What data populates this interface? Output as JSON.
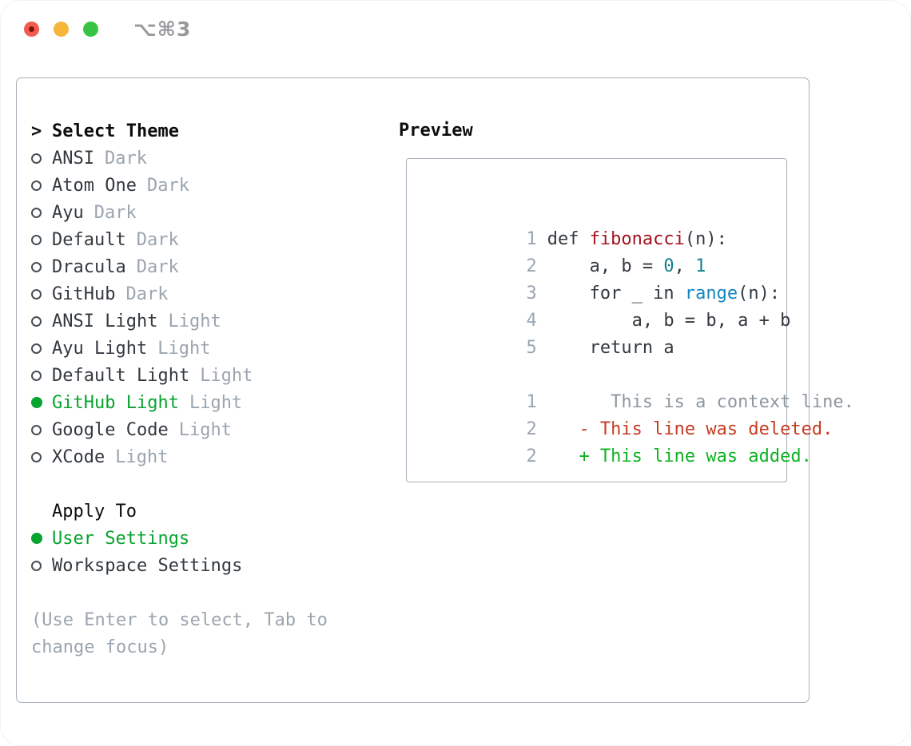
{
  "window": {
    "shortcut": "⌥⌘3",
    "traffic_lights": [
      "close",
      "minimize",
      "zoom"
    ]
  },
  "colors": {
    "text_dark": "#33393f",
    "muted_gray": "#9ba5af",
    "line_number_gray": "#9aa5b1",
    "context_gray": "#8f979e",
    "function_red": "#a21322",
    "number_teal": "#12808a",
    "builtin_blue": "#1386c2",
    "deleted_red": "#c63c25",
    "added_green": "#10b224",
    "accent_green": "#07a42f",
    "border_gray": "#a8b0ba",
    "traffic_red": "#f15b51",
    "traffic_yellow": "#f6b63a",
    "traffic_green": "#38c443"
  },
  "picker": {
    "prompt": ">",
    "title": "Select Theme",
    "themes": [
      {
        "name": "ANSI",
        "variant": "Dark",
        "selected": false
      },
      {
        "name": "Atom One",
        "variant": "Dark",
        "selected": false
      },
      {
        "name": "Ayu",
        "variant": "Dark",
        "selected": false
      },
      {
        "name": "Default",
        "variant": "Dark",
        "selected": false
      },
      {
        "name": "Dracula",
        "variant": "Dark",
        "selected": false
      },
      {
        "name": "GitHub",
        "variant": "Dark",
        "selected": false
      },
      {
        "name": "ANSI Light",
        "variant": "Light",
        "selected": false
      },
      {
        "name": "Ayu Light",
        "variant": "Light",
        "selected": false
      },
      {
        "name": "Default Light",
        "variant": "Light",
        "selected": false
      },
      {
        "name": "GitHub Light",
        "variant": "Light",
        "selected": true
      },
      {
        "name": "Google Code",
        "variant": "Light",
        "selected": false
      },
      {
        "name": "XCode",
        "variant": "Light",
        "selected": false
      }
    ],
    "apply_to_title": "Apply To",
    "apply_options": [
      {
        "label": "User Settings",
        "selected": true
      },
      {
        "label": "Workspace Settings",
        "selected": false
      }
    ],
    "hint_lines": [
      "(Use Enter to select, Tab to",
      "change focus)"
    ]
  },
  "preview": {
    "title": "Preview",
    "code_lines": [
      {
        "num": "1",
        "tokens": [
          {
            "t": "def ",
            "k": "plain"
          },
          {
            "t": "fibonacci",
            "k": "function"
          },
          {
            "t": "(n):",
            "k": "plain"
          }
        ]
      },
      {
        "num": "2",
        "tokens": [
          {
            "t": "    a, b = ",
            "k": "plain"
          },
          {
            "t": "0",
            "k": "number"
          },
          {
            "t": ", ",
            "k": "plain"
          },
          {
            "t": "1",
            "k": "number"
          }
        ]
      },
      {
        "num": "3",
        "tokens": [
          {
            "t": "    for _ in ",
            "k": "plain"
          },
          {
            "t": "range",
            "k": "builtin"
          },
          {
            "t": "(n):",
            "k": "plain"
          }
        ]
      },
      {
        "num": "4",
        "tokens": [
          {
            "t": "        a, b = b, a + b",
            "k": "plain"
          }
        ]
      },
      {
        "num": "5",
        "tokens": [
          {
            "t": "    return a",
            "k": "plain"
          }
        ]
      },
      {
        "num": "",
        "tokens": []
      },
      {
        "num": "1",
        "tokens": [
          {
            "t": "      This is a context line.",
            "k": "context"
          }
        ]
      },
      {
        "num": "2",
        "tokens": [
          {
            "t": "   - This line was deleted.",
            "k": "deleted"
          }
        ]
      },
      {
        "num": "2",
        "tokens": [
          {
            "t": "   + This line was added.",
            "k": "added"
          }
        ]
      }
    ]
  }
}
